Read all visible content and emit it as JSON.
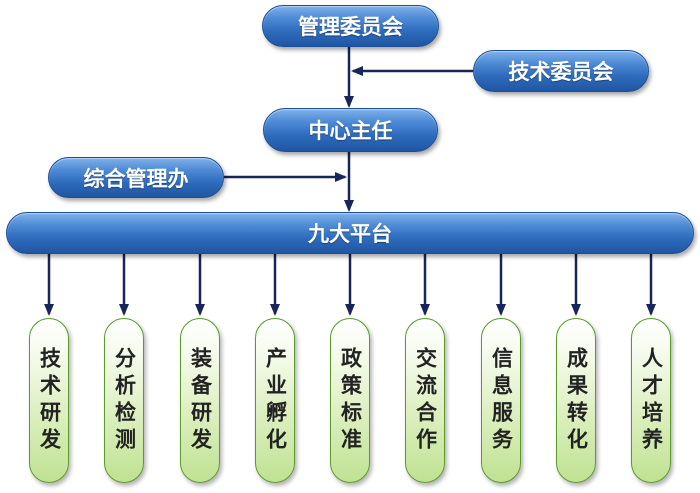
{
  "top": {
    "admin_committee": "管理委员会",
    "tech_committee": "技术委员会",
    "center_director": "中心主任",
    "general_office": "综合管理办",
    "nine_platforms": "九大平台"
  },
  "platforms": [
    "技术研发",
    "分析检测",
    "装备研发",
    "产业孵化",
    "政策标准",
    "交流合作",
    "信息服务",
    "成果转化",
    "人才培养"
  ],
  "colors": {
    "blue_box": "#2f6cbd",
    "green_box": "#d8edb8",
    "arrow": "#17255a"
  }
}
